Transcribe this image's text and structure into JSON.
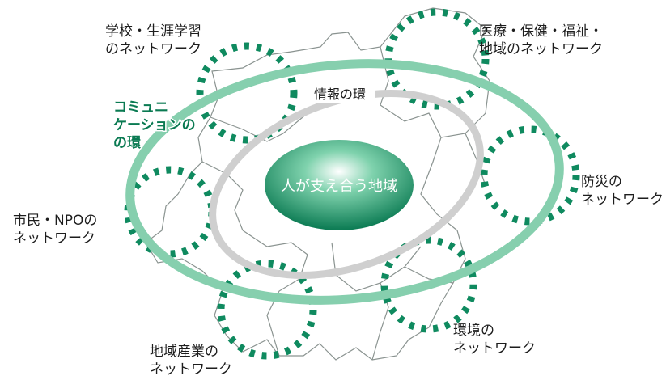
{
  "center": {
    "label": "人が支え合う地域"
  },
  "rings": {
    "info": "情報の環",
    "communication": [
      "コミュニ",
      "ケーションの",
      "の環"
    ]
  },
  "networks": [
    {
      "key": "school",
      "lines": [
        "学校・生涯学習",
        "のネットワーク"
      ]
    },
    {
      "key": "medical",
      "lines": [
        "医療・保健・福祉・",
        "地域のネットワーク"
      ]
    },
    {
      "key": "disaster",
      "lines": [
        "防災の",
        "ネットワーク"
      ]
    },
    {
      "key": "citizen",
      "lines": [
        "市民・NPOの",
        "ネットワーク"
      ]
    },
    {
      "key": "industry",
      "lines": [
        "地域産業の",
        "ネットワーク"
      ]
    },
    {
      "key": "environment",
      "lines": [
        "環境の",
        "ネットワーク"
      ]
    }
  ],
  "colors": {
    "outer_ring": "#86cfae",
    "inner_ring": "#cfcfcf",
    "dots": "#0f8a5f",
    "center_fill": "#0e8a60",
    "center_highlight": "#ffffff",
    "map_outline": "#8a9390"
  }
}
